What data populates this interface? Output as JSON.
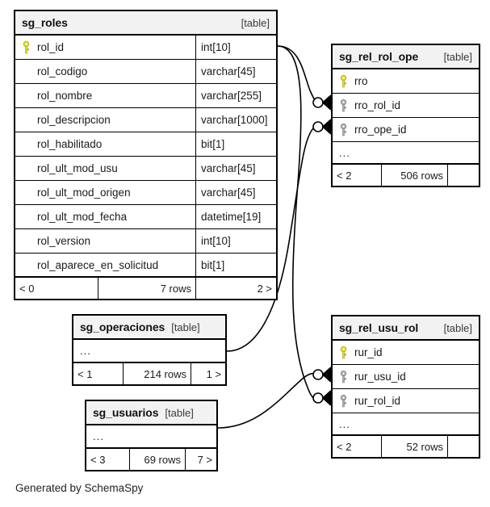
{
  "diagram": {
    "credit": "Generated by SchemaSpy",
    "kind_label": "[table]",
    "ellipsis": "...",
    "colors": {
      "primary_key": "#e8e81c",
      "foreign_key": "#b0b0b0",
      "header_bg": "#f2f2f2",
      "border": "#000000",
      "text": "#1a1a1a",
      "background": "#ffffff"
    }
  },
  "tables": {
    "sg_roles": {
      "name": "sg_roles",
      "kind": "[table]",
      "columns": [
        {
          "name": "rol_id",
          "type": "int[10]",
          "key": "primary"
        },
        {
          "name": "rol_codigo",
          "type": "varchar[45]",
          "key": "none"
        },
        {
          "name": "rol_nombre",
          "type": "varchar[255]",
          "key": "none"
        },
        {
          "name": "rol_descripcion",
          "type": "varchar[1000]",
          "key": "none"
        },
        {
          "name": "rol_habilitado",
          "type": "bit[1]",
          "key": "none"
        },
        {
          "name": "rol_ult_mod_usu",
          "type": "varchar[45]",
          "key": "none"
        },
        {
          "name": "rol_ult_mod_origen",
          "type": "varchar[45]",
          "key": "none"
        },
        {
          "name": "rol_ult_mod_fecha",
          "type": "datetime[19]",
          "key": "none"
        },
        {
          "name": "rol_version",
          "type": "int[10]",
          "key": "none"
        },
        {
          "name": "rol_aparece_en_solicitud",
          "type": "bit[1]",
          "key": "none"
        }
      ],
      "footer": {
        "left": "< 0",
        "middle": "7 rows",
        "right": "2 >"
      }
    },
    "sg_rel_rol_ope": {
      "name": "sg_rel_rol_ope",
      "kind": "[table]",
      "columns": [
        {
          "name": "rro",
          "type": "",
          "key": "primary"
        },
        {
          "name": "rro_rol_id",
          "type": "",
          "key": "foreign"
        },
        {
          "name": "rro_ope_id",
          "type": "",
          "key": "foreign"
        }
      ],
      "has_ellipsis": true,
      "footer": {
        "left": "< 2",
        "middle": "506 rows",
        "right": ""
      }
    },
    "sg_rel_usu_rol": {
      "name": "sg_rel_usu_rol",
      "kind": "[table]",
      "columns": [
        {
          "name": "rur_id",
          "type": "",
          "key": "primary"
        },
        {
          "name": "rur_usu_id",
          "type": "",
          "key": "foreign"
        },
        {
          "name": "rur_rol_id",
          "type": "",
          "key": "foreign"
        }
      ],
      "has_ellipsis": true,
      "footer": {
        "left": "< 2",
        "middle": "52 rows",
        "right": ""
      }
    },
    "sg_operaciones": {
      "name": "sg_operaciones",
      "kind": "[table]",
      "columns": [],
      "has_ellipsis": true,
      "footer": {
        "left": "< 1",
        "middle": "214 rows",
        "right": "1 >"
      }
    },
    "sg_usuarios": {
      "name": "sg_usuarios",
      "kind": "[table]",
      "columns": [],
      "has_ellipsis": true,
      "footer": {
        "left": "< 3",
        "middle": "69 rows",
        "right": "7 >"
      }
    }
  },
  "relationships": [
    {
      "from": "sg_roles.rol_id",
      "to": "sg_rel_rol_ope.rro_rol_id",
      "notation": "zero-or-many"
    },
    {
      "from": "sg_roles.rol_id",
      "to": "sg_rel_usu_rol.rur_rol_id",
      "notation": "zero-or-many"
    },
    {
      "from": "sg_operaciones",
      "to": "sg_rel_rol_ope.rro_ope_id",
      "notation": "zero-or-many"
    },
    {
      "from": "sg_usuarios",
      "to": "sg_rel_usu_rol.rur_usu_id",
      "notation": "zero-or-many"
    }
  ]
}
